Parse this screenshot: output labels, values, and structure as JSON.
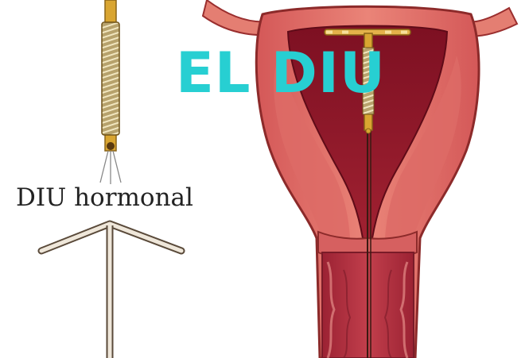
{
  "overlay": {
    "title": "EL DIU",
    "title_color": "#27cfd2"
  },
  "illustration": {
    "device_label": "DIU hormonal",
    "parts": [
      "hormonal-iud-coil",
      "copper-t-iud",
      "uterus-cross-section",
      "cervix",
      "vaginal-canal"
    ],
    "colors": {
      "uterus_wall": "#e06a6a",
      "cavity": "#8c1727",
      "iud_gold": "#d9a531",
      "copper_t_frame": "#e8dfd2"
    }
  }
}
